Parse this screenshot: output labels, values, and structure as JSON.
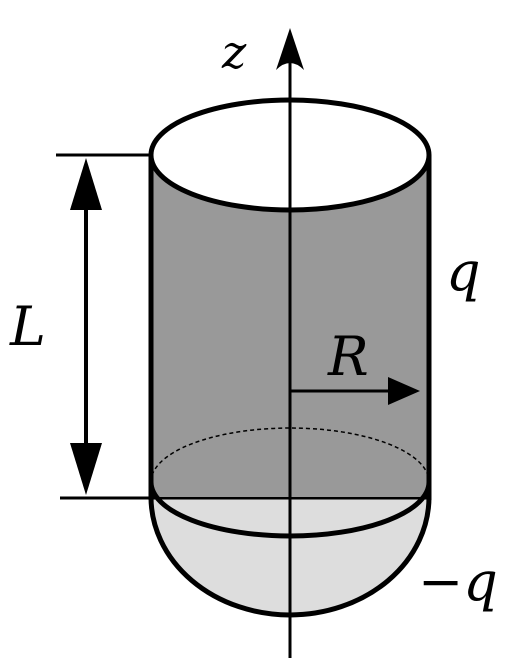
{
  "labels": {
    "axis": "z",
    "length": "L",
    "radius": "R",
    "cylinder_charge": "q",
    "hemisphere_charge": "−q"
  },
  "colors": {
    "cylinder_fill": "#999999",
    "hemisphere_fill": "#dddddd",
    "top_fill": "#ffffff",
    "stroke": "#000000"
  }
}
